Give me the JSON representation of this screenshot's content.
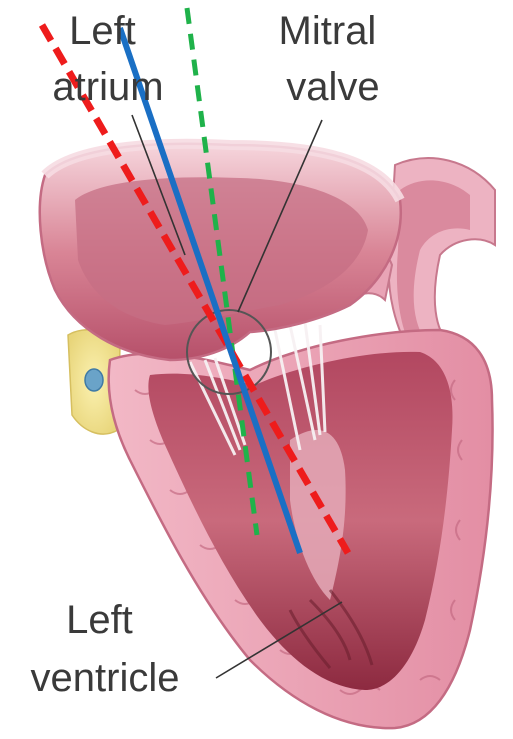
{
  "labels": {
    "left_atrium": [
      "Left",
      "atrium"
    ],
    "mitral_valve": [
      "Mitral",
      "valve"
    ],
    "left_ventricle": [
      "Left",
      "ventricle"
    ]
  },
  "colors": {
    "red_dashed_line": "#ee1c1c",
    "blue_line": "#1a6fc4",
    "green_dashed_line": "#1fb24a",
    "tissue": "#e8a2b4",
    "tissue_dark": "#a3384f",
    "label_text": "#3a3a3a"
  }
}
